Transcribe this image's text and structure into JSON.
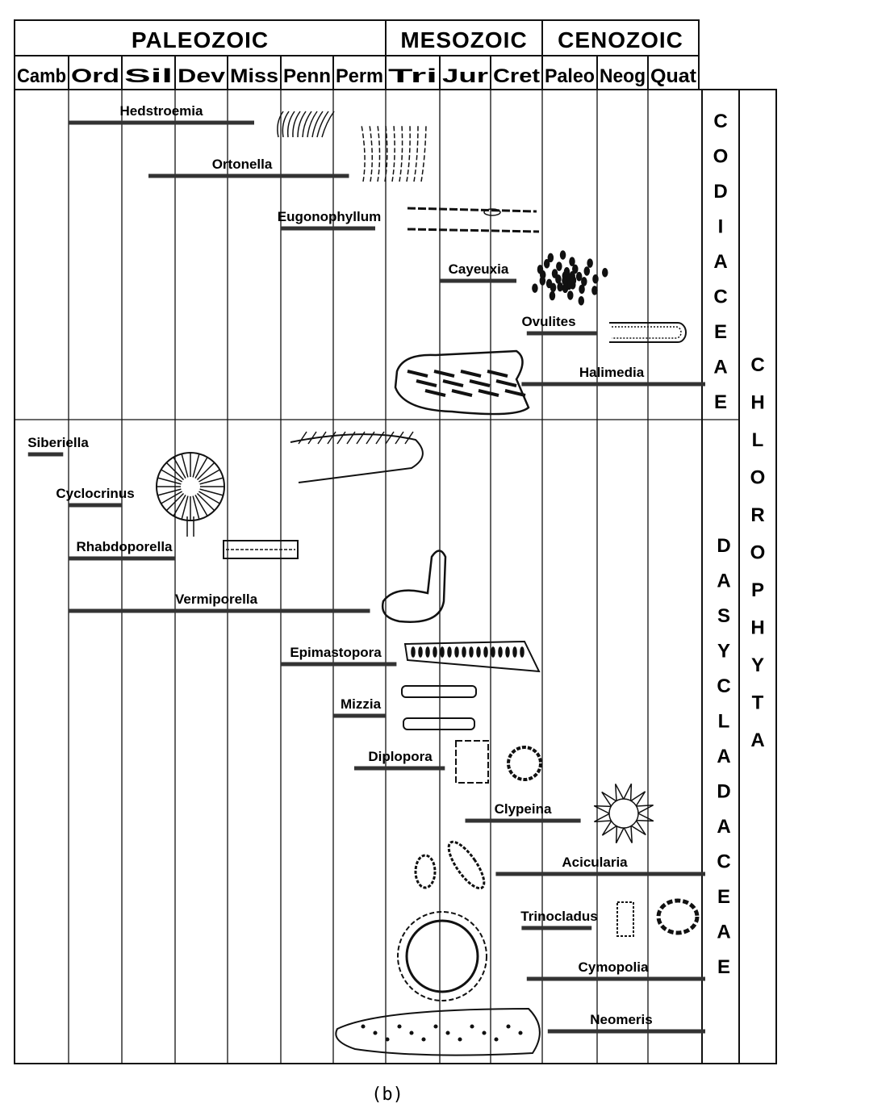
{
  "eras": [
    {
      "label": "PALEOZOIC",
      "from": 0,
      "to": 7
    },
    {
      "label": "MESOZOIC",
      "from": 7,
      "to": 10
    },
    {
      "label": "CENOZOIC",
      "from": 10,
      "to": 13
    }
  ],
  "periods": [
    "Camb",
    "Ord",
    "Sil",
    "Dev",
    "Miss",
    "Penn",
    "Perm",
    "Tri",
    "Jur",
    "Cret",
    "Paleo",
    "Neog",
    "Quat"
  ],
  "division": "CHLOROPHYTA",
  "families": [
    {
      "name": "CODIACEAE",
      "taxa": [
        {
          "name": "Hedstroemia",
          "start": 1.0,
          "end": 4.5
        },
        {
          "name": "Ortonella",
          "start": 2.5,
          "end": 6.3
        },
        {
          "name": "Eugonophyllum",
          "start": 5.0,
          "end": 6.8
        },
        {
          "name": "Cayeuxia",
          "start": 8.0,
          "end": 9.5
        },
        {
          "name": "Ovulites",
          "start": 9.7,
          "end": 11.0
        },
        {
          "name": "Halimedia",
          "start": 9.6,
          "end": 13.0
        }
      ]
    },
    {
      "name": "DASYCLADACEAE",
      "taxa": [
        {
          "name": "Siberiella",
          "start": 0.25,
          "end": 0.9
        },
        {
          "name": "Cyclocrinus",
          "start": 1.0,
          "end": 2.0
        },
        {
          "name": "Rhabdoporella",
          "start": 1.0,
          "end": 3.0
        },
        {
          "name": "Vermiporella",
          "start": 1.0,
          "end": 6.7
        },
        {
          "name": "Epimastopora",
          "start": 5.0,
          "end": 7.2
        },
        {
          "name": "Mizzia",
          "start": 6.0,
          "end": 7.0
        },
        {
          "name": "Diplopora",
          "start": 6.4,
          "end": 8.1
        },
        {
          "name": "Clypeina",
          "start": 8.5,
          "end": 10.7
        },
        {
          "name": "Acicularia",
          "start": 9.1,
          "end": 13.0
        },
        {
          "name": "Trinocladus",
          "start": 9.6,
          "end": 10.9
        },
        {
          "name": "Cymopolia",
          "start": 9.7,
          "end": 13.0
        },
        {
          "name": "Neomeris",
          "start": 10.1,
          "end": 13.0
        }
      ]
    }
  ],
  "caption": "(b)"
}
